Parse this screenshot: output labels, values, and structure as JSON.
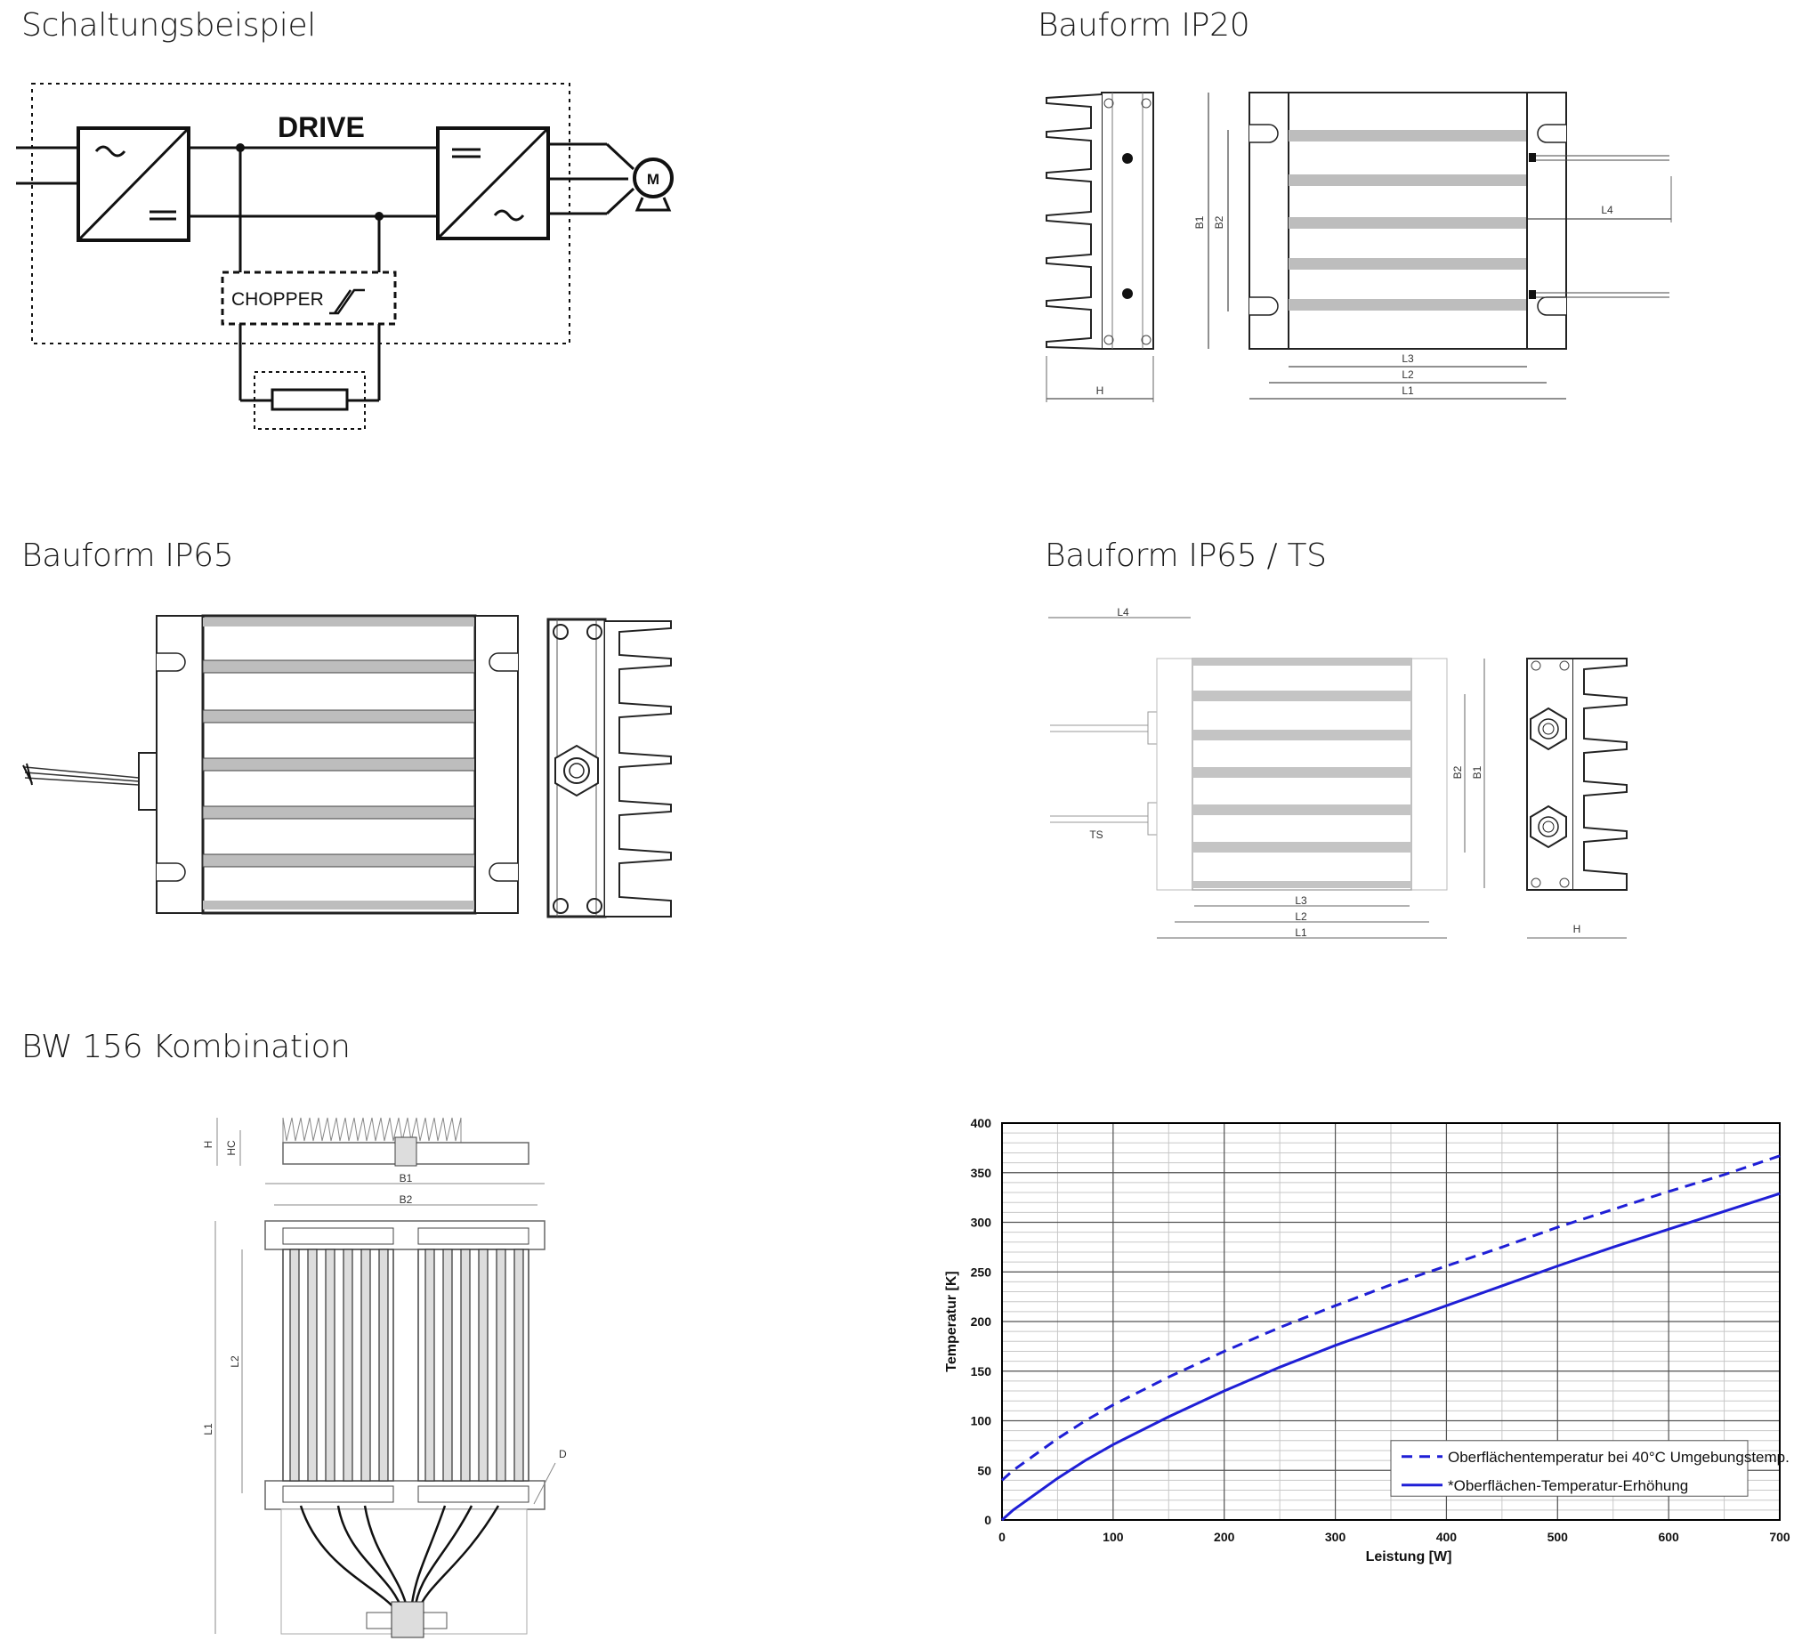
{
  "sections": {
    "schaltung": "Schaltungsbeispiel",
    "ip20": "Bauform IP20",
    "ip65": "Bauform IP65",
    "ip65ts": "Bauform IP65 / TS",
    "kombi": "BW 156 Kombination"
  },
  "schaltung": {
    "drive": "DRIVE",
    "chopper": "CHOPPER",
    "motor": "M"
  },
  "ip20_dims": {
    "h": "H",
    "b1": "B1",
    "b2": "B2",
    "l1": "L1",
    "l2": "L2",
    "l3": "L3",
    "l4": "L4"
  },
  "ip65ts_dims": {
    "l4": "L4",
    "ts": "TS",
    "b1": "B1",
    "b2": "B2",
    "l1": "L1",
    "l2": "L2",
    "l3": "L3",
    "h": "H"
  },
  "kombi_dims": {
    "h1": "H",
    "h2": "HC",
    "b1": "B1",
    "b2": "B2",
    "l1": "L1",
    "l2": "L2",
    "d": "D"
  },
  "chart_data": {
    "type": "line",
    "title": "",
    "xlabel": "Leistung  [W]",
    "ylabel": "Temperatur  [K]",
    "xlim": [
      0,
      700
    ],
    "ylim": [
      0,
      400
    ],
    "xticks": [
      0,
      100,
      200,
      300,
      400,
      500,
      600,
      700
    ],
    "yticks": [
      0,
      50,
      100,
      150,
      200,
      250,
      300,
      350,
      400
    ],
    "grid": true,
    "legend_position": "bottom-right",
    "series": [
      {
        "name": "Oberflächentemperatur bei 40°C Umgebungstemp.",
        "style": "dashed",
        "color": "#1f1fd6",
        "x": [
          0,
          10,
          25,
          50,
          75,
          100,
          150,
          200,
          250,
          300,
          350,
          400,
          450,
          500,
          550,
          600,
          650,
          700
        ],
        "y": [
          40,
          50,
          62,
          82,
          100,
          116,
          144,
          170,
          194,
          216,
          237,
          256,
          275,
          295,
          313,
          331,
          348,
          367
        ]
      },
      {
        "name": "*Oberflächen-Temperatur-Erhöhung",
        "style": "solid",
        "color": "#1f1fd6",
        "x": [
          0,
          10,
          25,
          50,
          75,
          100,
          150,
          200,
          250,
          300,
          350,
          400,
          450,
          500,
          550,
          600,
          650,
          700
        ],
        "y": [
          0,
          10,
          22,
          42,
          60,
          76,
          104,
          130,
          154,
          176,
          196,
          216,
          236,
          256,
          275,
          293,
          311,
          329
        ]
      }
    ]
  }
}
